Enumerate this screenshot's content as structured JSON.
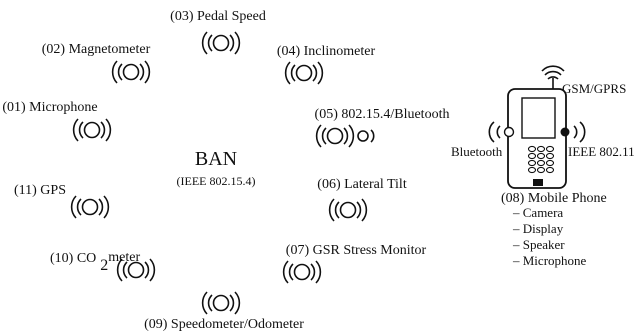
{
  "diagram": {
    "ban": {
      "title": "BAN",
      "subtitle": "(IEEE 802.15.4)"
    },
    "sensors": [
      {
        "id": "01",
        "label": "(01) Microphone"
      },
      {
        "id": "02",
        "label": "(02) Magnetometer"
      },
      {
        "id": "03",
        "label": "(03) Pedal Speed"
      },
      {
        "id": "04",
        "label": "(04) Inclinometer"
      },
      {
        "id": "05",
        "label": "(05) 802.15.4/Bluetooth"
      },
      {
        "id": "06",
        "label": "(06) Lateral Tilt"
      },
      {
        "id": "07",
        "label": "(07) GSR Stress Monitor"
      },
      {
        "id": "09",
        "label": "(09) Speedometer/Odometer"
      },
      {
        "id": "10",
        "label_main": "(10) CO",
        "label_sub": "2",
        "label_suffix": "meter"
      },
      {
        "id": "11",
        "label": "(11) GPS"
      }
    ],
    "phone": {
      "gsm_label": "GSM/GPRS",
      "bluetooth_label": "Bluetooth",
      "wifi_label": "IEEE 802.11",
      "title": "(08) Mobile Phone",
      "features": [
        "– Camera",
        "– Display",
        "– Speaker",
        "– Microphone"
      ]
    }
  }
}
